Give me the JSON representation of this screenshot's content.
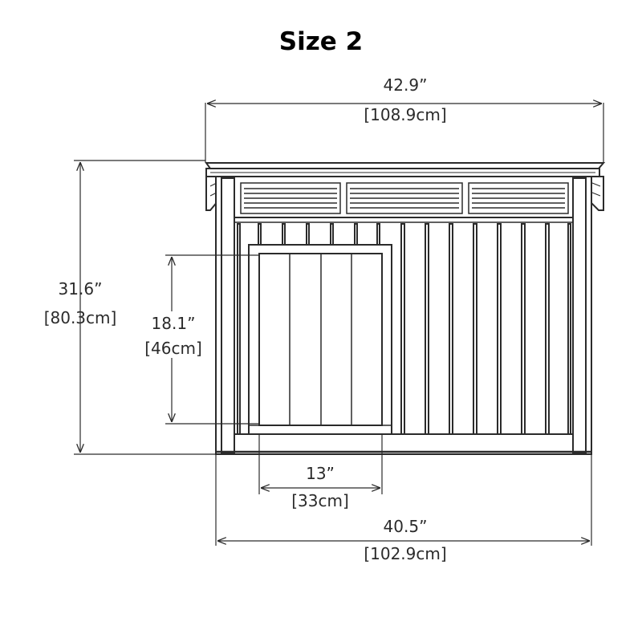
{
  "title": "Size 2",
  "dimensions": {
    "total_width": {
      "imperial": "42.9”",
      "metric": "[108.9cm]"
    },
    "total_height": {
      "imperial": "31.6”",
      "metric": "[80.3cm]"
    },
    "door_height": {
      "imperial": "18.1”",
      "metric": "[46cm]"
    },
    "door_width": {
      "imperial": "13”",
      "metric": "[33cm]"
    },
    "base_width": {
      "imperial": "40.5”",
      "metric": "[102.9cm]"
    }
  },
  "colors": {
    "line": "#2b2b2b",
    "wood": "#ffffff"
  }
}
